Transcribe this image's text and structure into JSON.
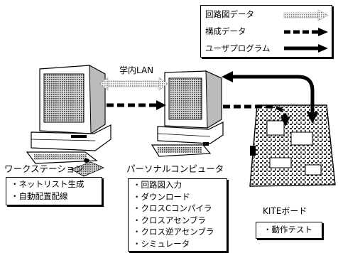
{
  "legend": {
    "items": [
      {
        "label": "回路図データ",
        "style": "dotted"
      },
      {
        "label": "構成データ",
        "style": "dashed"
      },
      {
        "label": "ユーザプログラム",
        "style": "solid"
      }
    ]
  },
  "network_label": "学内LAN",
  "workstation": {
    "label": "ワークステーション",
    "functions": [
      "・ネットリスト生成",
      "・自動配置配線"
    ]
  },
  "pc": {
    "label": "パーソナルコンピュータ",
    "functions": [
      "・回路図入力",
      "・ダウンロード",
      "・クロスCコンパイラ",
      "・クロスアセンブラ",
      "・クロス逆アセンブラ",
      "・シミュレータ"
    ]
  },
  "kite": {
    "label": "KITEボード",
    "functions": [
      "・動作テスト"
    ]
  }
}
